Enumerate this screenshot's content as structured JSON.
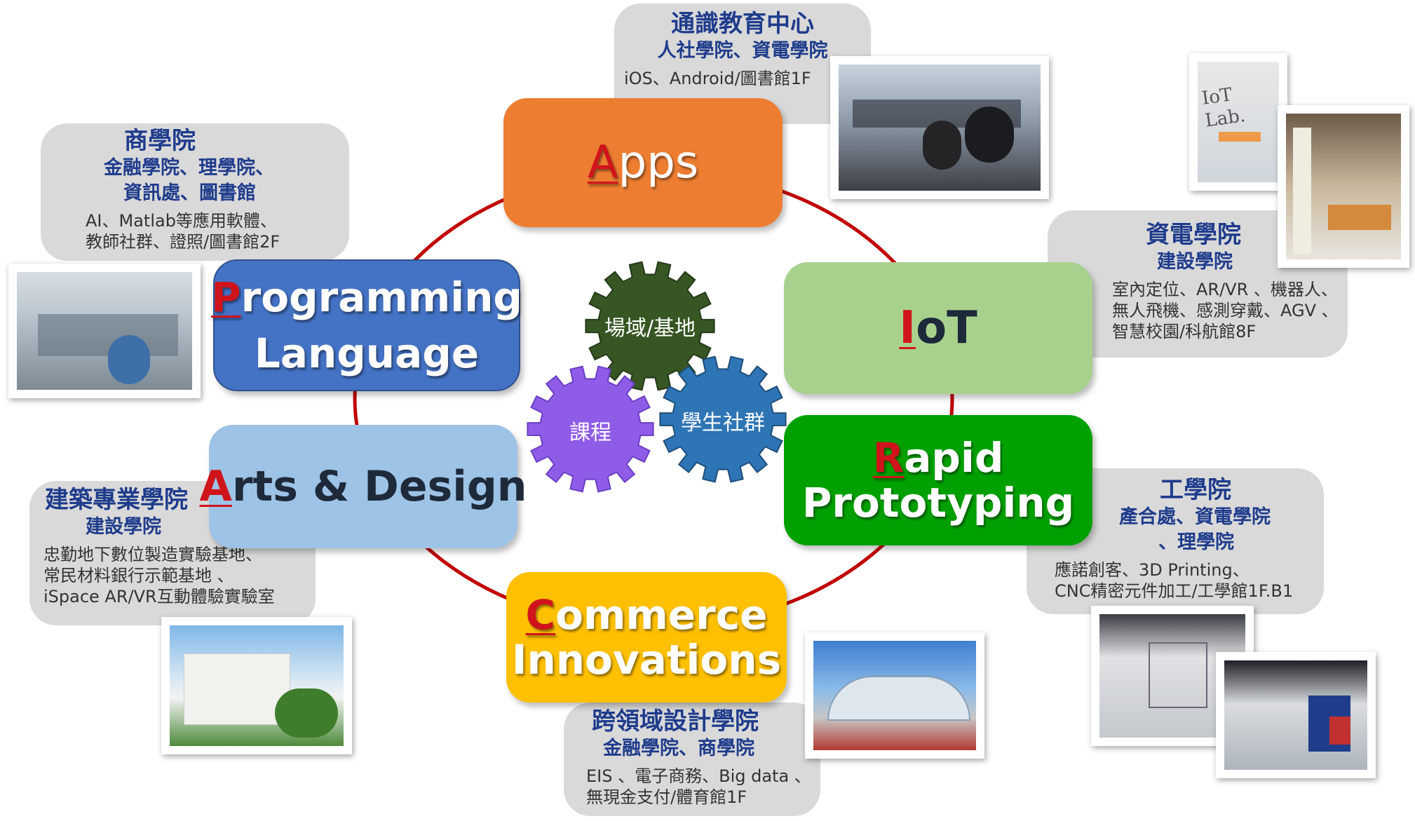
{
  "colors": {
    "apps": "#ed7d31",
    "programming": "#4472c4",
    "arts": "#9dc3e6",
    "iot": "#a9d18e",
    "rapid": "#00a000",
    "commerce": "#ffc000",
    "ring": "#c00000",
    "infobox": "#d9d9d9",
    "title": "#1f3c8c",
    "initial": "#d0141c",
    "gear_green": "#375623",
    "gear_blue": "#2e75b6",
    "gear_purple": "#8f5ce8"
  },
  "tiles": {
    "apps": {
      "initial": "A",
      "line1_rest": "pps"
    },
    "programming": {
      "initial": "P",
      "line1_rest": "rogramming",
      "line2": "Language"
    },
    "arts": {
      "initial": "A",
      "line1_rest": "rts & Design"
    },
    "iot": {
      "initial": "I",
      "line1_rest": "oT"
    },
    "rapid": {
      "initial": "R",
      "line1_rest": "apid",
      "line2": "Prototyping"
    },
    "commerce": {
      "initial": "C",
      "line1_rest": "ommerce",
      "line2": "Innovations"
    }
  },
  "gears": {
    "top": "場域/基地",
    "right": "學生社群",
    "left": "課程"
  },
  "info": {
    "apps": {
      "title": "通識教育中心",
      "subtitle": "人社學院、資電學院",
      "detail": "iOS、Android/圖書館1F"
    },
    "programming": {
      "title": "商學院",
      "subtitle1": "金融學院、理學院、",
      "subtitle2": "資訊處、圖書館",
      "detail1": "AI、Matlab等應用軟體、",
      "detail2": "教師社群、證照/圖書館2F"
    },
    "iot": {
      "title": "資電學院",
      "subtitle": "建設學院",
      "detail1": "室內定位、AR/VR 、機器人、",
      "detail2": "無人飛機、感測穿戴、AGV 、",
      "detail3": "智慧校園/科航館8F"
    },
    "arts": {
      "title": "建築專業學院",
      "subtitle": "建設學院",
      "detail1": "忠勤地下數位製造實驗基地、",
      "detail2": "常民材料銀行示範基地 、",
      "detail3": "iSpace AR/VR互動體驗實驗室"
    },
    "rapid": {
      "title": "工學院",
      "subtitle1": "產合處、資電學院",
      "subtitle2": "、理學院",
      "detail1": "應諾創客、3D Printing、",
      "detail2": "CNC精密元件加工/工學館1F.B1"
    },
    "commerce": {
      "title": "跨領域設計學院",
      "subtitle": "金融學院、商學院",
      "detail1": "EIS 、電子商務、Big data 、",
      "detail2": "無現金支付/體育館1F"
    }
  },
  "photos": {
    "iotlab_sign": "IoT Lab."
  }
}
